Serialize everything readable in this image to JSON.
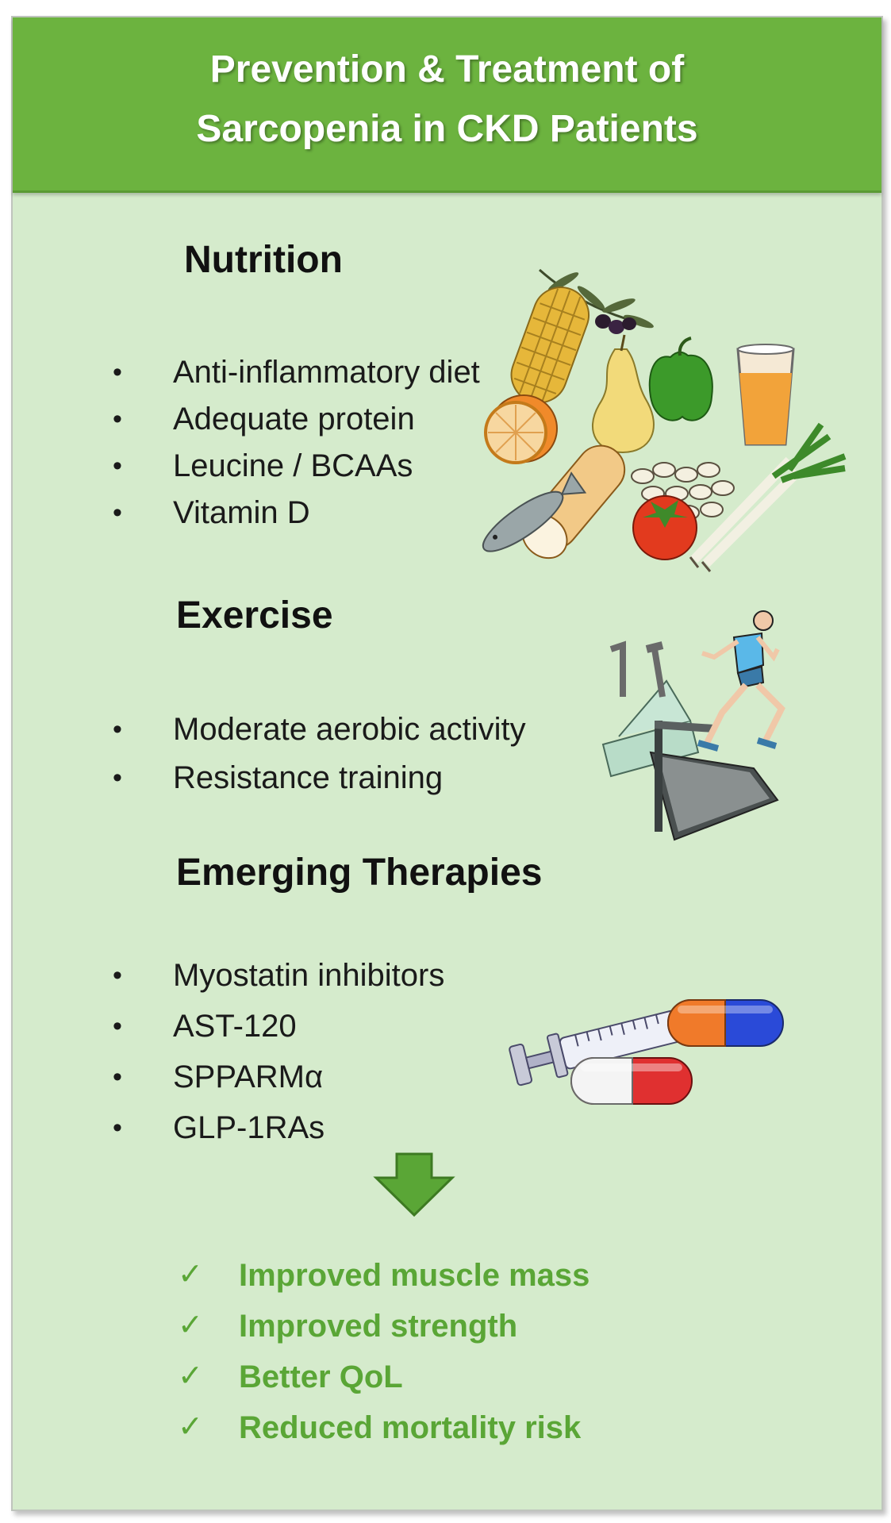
{
  "header": {
    "title_line1": "Prevention & Treatment of",
    "title_line2": "Sarcopenia in CKD Patients"
  },
  "sections": [
    {
      "title": "Nutrition",
      "items": [
        "Anti-inflammatory diet",
        "Adequate protein",
        "Leucine / BCAAs",
        "Vitamin D"
      ],
      "illustration_icon": "food-icon"
    },
    {
      "title": "Exercise",
      "items": [
        "Moderate aerobic activity",
        "Resistance training"
      ],
      "illustration_icon": "exercise-icon"
    },
    {
      "title": "Emerging Therapies",
      "items": [
        "Myostatin inhibitors",
        "AST-120",
        "SPPARMα",
        "GLP-1RAs"
      ],
      "illustration_icon": "medication-icon"
    }
  ],
  "outcomes": [
    "Improved muscle mass",
    "Improved strength",
    "Better QoL",
    "Reduced mortality risk"
  ],
  "colors": {
    "header": "#6cb33f",
    "panel": "#d5ebcc",
    "outcome_text": "#5aa636",
    "arrow": "#5aa636"
  }
}
